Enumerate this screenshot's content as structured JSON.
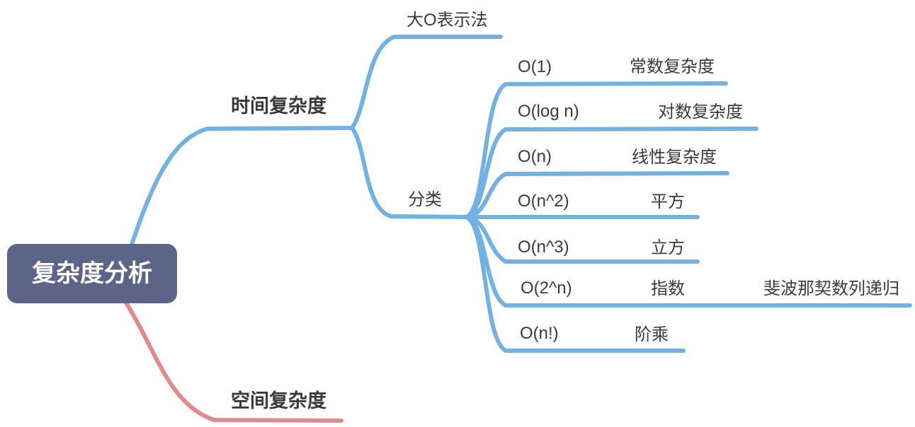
{
  "colors": {
    "branch_blue": "#73b1e1",
    "branch_red": "#e08b8b",
    "root_bg": "#5c6487",
    "root_text": "#ffffff",
    "label_text": "#3a3a3a",
    "canvas_bg": "#ffffff"
  },
  "mindmap": {
    "root": {
      "label": "复杂度分析"
    },
    "branches": [
      {
        "label": "时间复杂度",
        "color": "#73b1e1",
        "children": [
          {
            "label": "大O表示法"
          },
          {
            "label": "分类",
            "children": [
              {
                "label": "O(1)",
                "children": [
                  {
                    "label": "常数复杂度"
                  }
                ]
              },
              {
                "label": "O(log n)",
                "children": [
                  {
                    "label": "对数复杂度"
                  }
                ]
              },
              {
                "label": "O(n)",
                "children": [
                  {
                    "label": "线性复杂度"
                  }
                ]
              },
              {
                "label": "O(n^2)",
                "children": [
                  {
                    "label": "平方"
                  }
                ]
              },
              {
                "label": "O(n^3)",
                "children": [
                  {
                    "label": "立方"
                  }
                ]
              },
              {
                "label": "O(2^n)",
                "children": [
                  {
                    "label": "指数",
                    "children": [
                      {
                        "label": "斐波那契数列递归"
                      }
                    ]
                  }
                ]
              },
              {
                "label": "O(n!)",
                "children": [
                  {
                    "label": "阶乘"
                  }
                ]
              }
            ]
          }
        ]
      },
      {
        "label": "空间复杂度",
        "color": "#e08b8b",
        "children": []
      }
    ]
  }
}
